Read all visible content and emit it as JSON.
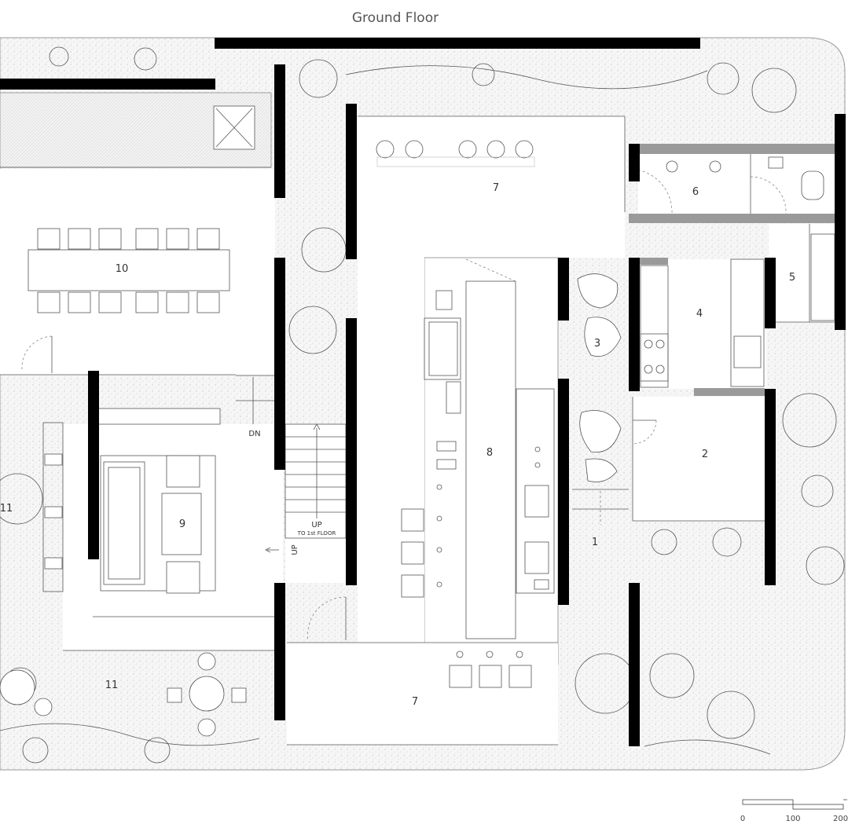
{
  "title": "Ground Floor",
  "rooms": {
    "r1": "1",
    "r2": "2",
    "r3": "3",
    "r4": "4",
    "r5": "5",
    "r6": "6",
    "r7a": "7",
    "r7b": "7",
    "r8": "8",
    "r9": "9",
    "r10": "10",
    "r11a": "11",
    "r11b": "11"
  },
  "stairs": {
    "dn": "DN",
    "up": "UP",
    "up_sub": "TO 1st FLOOR",
    "up_side": "UP"
  },
  "scale_bar": {
    "labels": [
      "0",
      "100",
      "200"
    ]
  }
}
